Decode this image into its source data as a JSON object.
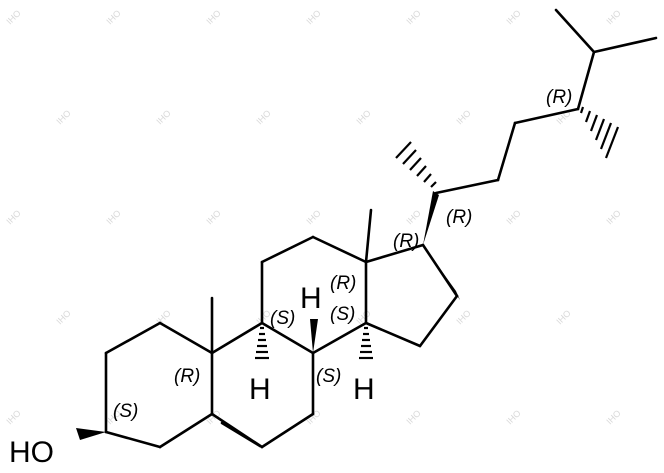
{
  "molecule": {
    "atoms": {
      "hydroxyl": "HO",
      "h_c14": "H",
      "h_c9": "H",
      "h_c8": "H"
    },
    "stereo_labels": {
      "c3": "(S)",
      "c10": "(R)",
      "c9": "(S)",
      "c8": "(S)",
      "c13": "(R)",
      "c14": "(S)",
      "c17": "(R)",
      "c20": "(R)",
      "c24": "(R)"
    }
  },
  "watermark": {
    "text": "IHO"
  }
}
